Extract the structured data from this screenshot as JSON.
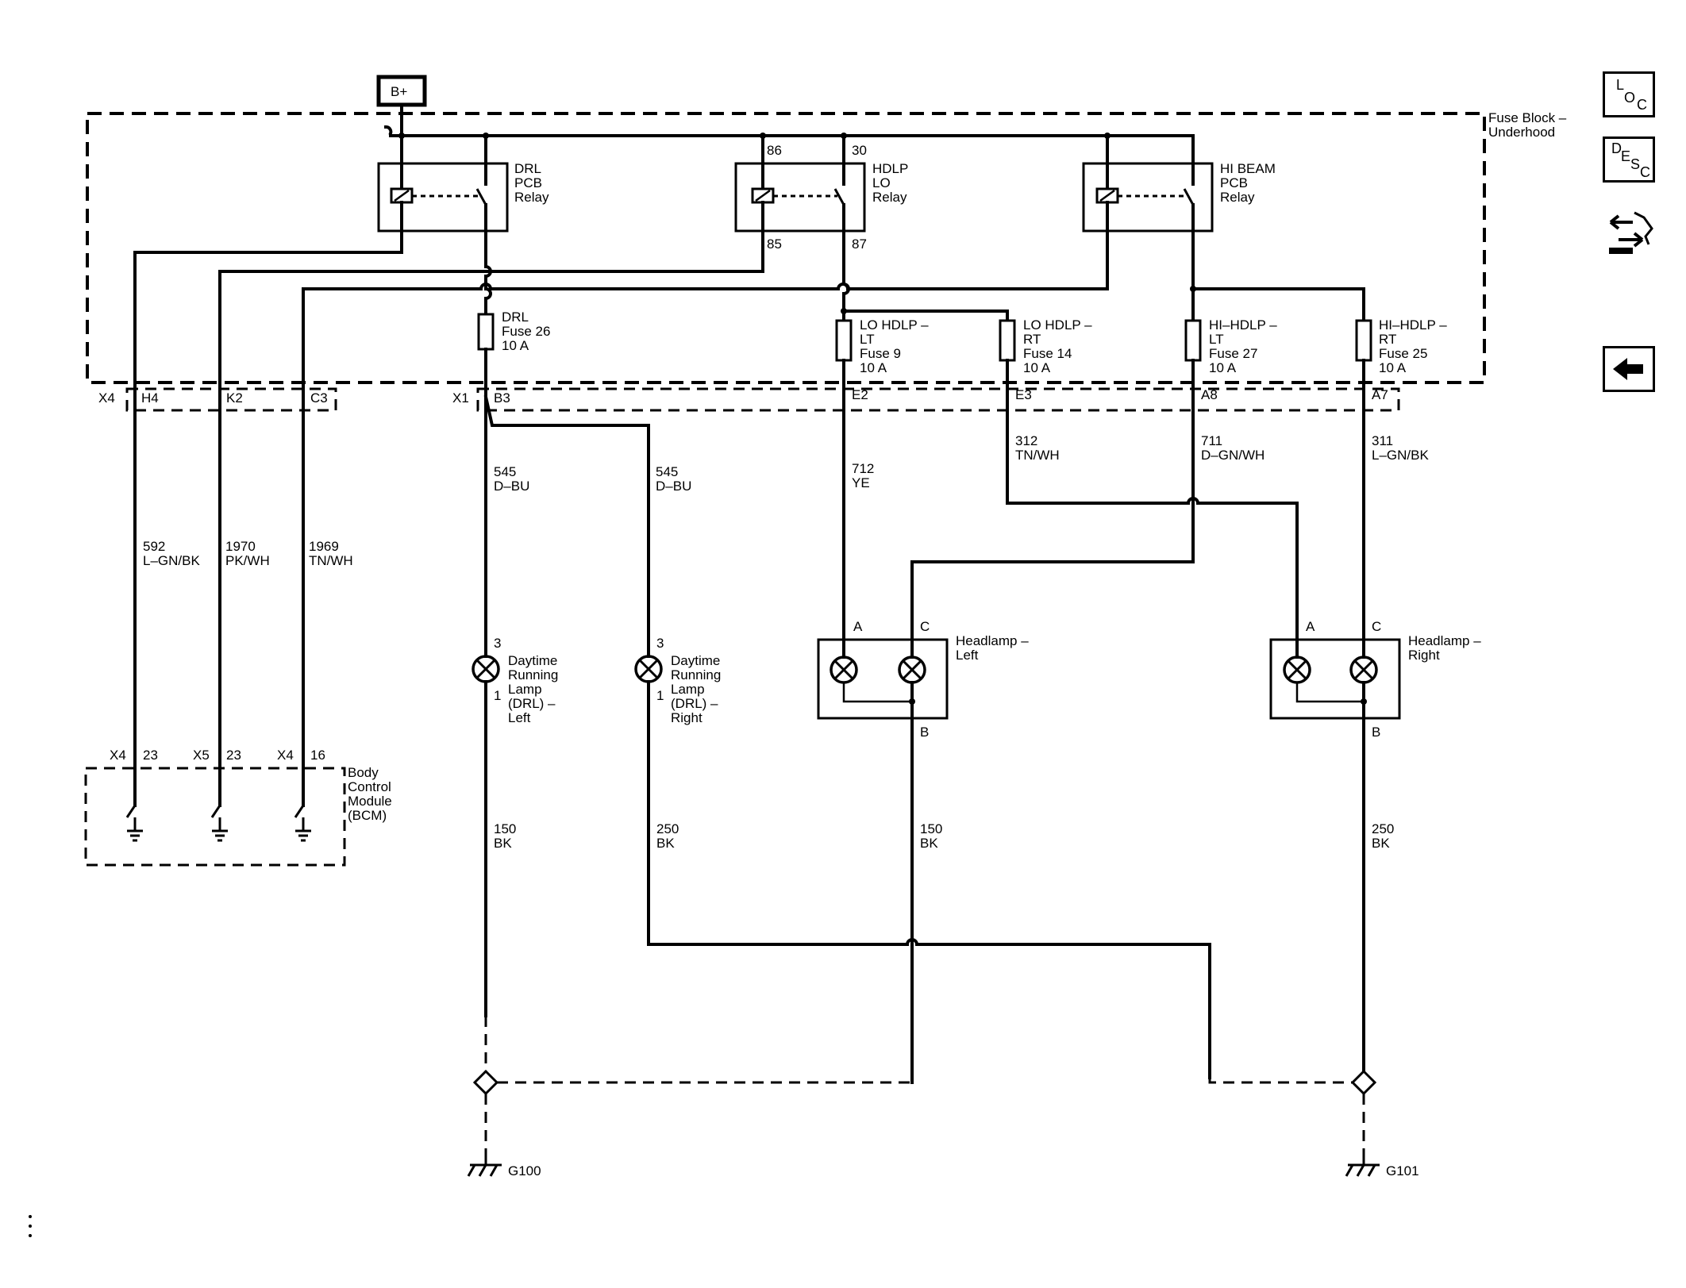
{
  "nav": {
    "loc_icon": "loc-icon",
    "desc_icon": "desc-icon",
    "connector_icon": "connector-view-icon",
    "back_icon": "back-arrow-icon"
  },
  "power": {
    "b_plus": "B+"
  },
  "fuse_block": {
    "name_line1": "Fuse Block –",
    "name_line2": "Underhood"
  },
  "relays": [
    {
      "line1": "DRL",
      "line2": "PCB",
      "line3": "Relay"
    },
    {
      "line1": "HDLP",
      "line2": "LO",
      "line3": "Relay",
      "pin_86": "86",
      "pin_30": "30",
      "pin_85": "85",
      "pin_87": "87"
    },
    {
      "line1": "HI BEAM",
      "line2": "PCB",
      "line3": "Relay"
    }
  ],
  "fuses": [
    {
      "line1": "DRL",
      "line2": "Fuse 26",
      "line3": "10 A"
    },
    {
      "line1": "LO HDLP –",
      "line2": "LT",
      "line3": "Fuse 9",
      "line4": "10 A"
    },
    {
      "line1": "LO HDLP –",
      "line2": "RT",
      "line3": "Fuse 14",
      "line4": "10 A"
    },
    {
      "line1": "HI–HDLP –",
      "line2": "LT",
      "line3": "Fuse 27",
      "line4": "10 A"
    },
    {
      "line1": "HI–HDLP –",
      "line2": "RT",
      "line3": "Fuse 25",
      "line4": "10 A"
    }
  ],
  "connectors": {
    "x4_top": "X4",
    "h4": "H4",
    "k2": "K2",
    "c3": "C3",
    "x1": "X1",
    "b3": "B3",
    "e2": "E2",
    "e3": "E3",
    "a8": "A8",
    "a7": "A7"
  },
  "wires": [
    {
      "circuit": "592",
      "color": "L–GN/BK"
    },
    {
      "circuit": "1970",
      "color": "PK/WH"
    },
    {
      "circuit": "1969",
      "color": "TN/WH"
    },
    {
      "circuit": "545",
      "color": "D–BU"
    },
    {
      "circuit": "545",
      "color": "D–BU"
    },
    {
      "circuit": "712",
      "color": "YE"
    },
    {
      "circuit": "312",
      "color": "TN/WH"
    },
    {
      "circuit": "711",
      "color": "D–GN/WH"
    },
    {
      "circuit": "311",
      "color": "L–GN/BK"
    },
    {
      "circuit": "150",
      "color": "BK"
    },
    {
      "circuit": "250",
      "color": "BK"
    },
    {
      "circuit": "150",
      "color": "BK"
    },
    {
      "circuit": "250",
      "color": "BK"
    }
  ],
  "lamps": {
    "drl_left": {
      "pin_top": "3",
      "pin_bottom": "1",
      "line1": "Daytime",
      "line2": "Running",
      "line3": "Lamp",
      "line4": "(DRL) –",
      "line5": "Left"
    },
    "drl_right": {
      "pin_top": "3",
      "pin_bottom": "1",
      "line1": "Daytime",
      "line2": "Running",
      "line3": "Lamp",
      "line4": "(DRL) –",
      "line5": "Right"
    },
    "headlamp_left": {
      "pin_a": "A",
      "pin_c": "C",
      "pin_b": "B",
      "line1": "Headlamp –",
      "line2": "Left"
    },
    "headlamp_right": {
      "pin_a": "A",
      "pin_c": "C",
      "pin_b": "B",
      "line1": "Headlamp –",
      "line2": "Right"
    }
  },
  "bcm": {
    "pins": [
      {
        "connector": "X4",
        "pin": "23"
      },
      {
        "connector": "X5",
        "pin": "23"
      },
      {
        "connector": "X4",
        "pin": "16"
      }
    ],
    "line1": "Body",
    "line2": "Control",
    "line3": "Module",
    "line4": "(BCM)"
  },
  "grounds": {
    "g100": "G100",
    "g101": "G101"
  },
  "colors": {
    "ink": "#000000",
    "paper": "#ffffff"
  }
}
